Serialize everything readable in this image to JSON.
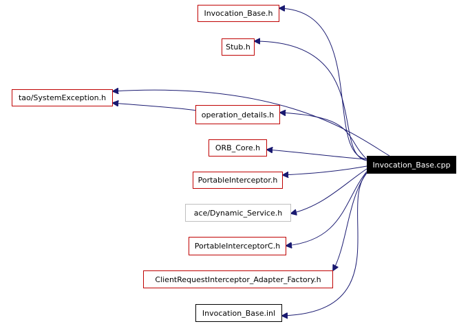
{
  "graph": {
    "root": {
      "label": "Invocation_Base.cpp"
    },
    "nodes": [
      {
        "id": "invocation_base_h",
        "label": "Invocation_Base.h"
      },
      {
        "id": "stub_h",
        "label": "Stub.h"
      },
      {
        "id": "tao_systemexception_h",
        "label": "tao/SystemException.h"
      },
      {
        "id": "operation_details_h",
        "label": "operation_details.h"
      },
      {
        "id": "orb_core_h",
        "label": "ORB_Core.h"
      },
      {
        "id": "portableinterceptor_h",
        "label": "PortableInterceptor.h"
      },
      {
        "id": "ace_dynamic_service_h",
        "label": "ace/Dynamic_Service.h"
      },
      {
        "id": "portableinterceptorc_h",
        "label": "PortableInterceptorC.h"
      },
      {
        "id": "clientrequestinterceptor_adapter_factory_h",
        "label": "ClientRequestInterceptor_Adapter_Factory.h"
      },
      {
        "id": "invocation_base_inl",
        "label": "Invocation_Base.inl"
      }
    ],
    "edges": [
      {
        "from": "root",
        "to": "invocation_base_h"
      },
      {
        "from": "root",
        "to": "stub_h"
      },
      {
        "from": "root",
        "to": "tao_systemexception_h"
      },
      {
        "from": "root",
        "to": "operation_details_h"
      },
      {
        "from": "operation_details_h",
        "to": "tao_systemexception_h"
      },
      {
        "from": "root",
        "to": "orb_core_h"
      },
      {
        "from": "root",
        "to": "portableinterceptor_h"
      },
      {
        "from": "root",
        "to": "ace_dynamic_service_h"
      },
      {
        "from": "root",
        "to": "portableinterceptorc_h"
      },
      {
        "from": "root",
        "to": "clientrequestinterceptor_adapter_factory_h"
      },
      {
        "from": "root",
        "to": "invocation_base_inl"
      }
    ],
    "colors": {
      "edge": "#191970",
      "documented_border": "#bf0000",
      "undocumented_border": "#bfbfbf",
      "root_fill": "#000000",
      "root_text": "#ffffff"
    }
  }
}
